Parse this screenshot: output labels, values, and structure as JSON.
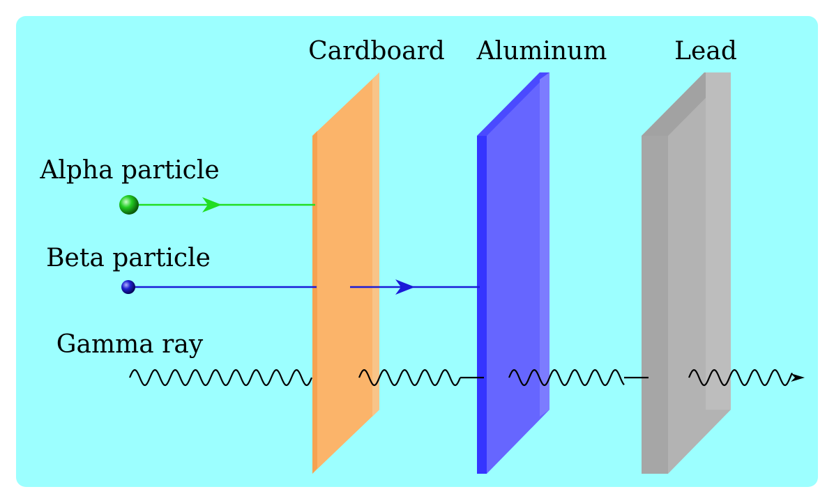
{
  "colors": {
    "background": "#9cffff",
    "cardboard": "#fbb46a",
    "aluminum": "#6666ff",
    "lead": "#b3b3b3",
    "alpha": "#22dd22",
    "beta": "#1a1ad8",
    "gamma": "#000000"
  },
  "barriers": {
    "cardboard": "Cardboard",
    "aluminum": "Aluminum",
    "lead": "Lead"
  },
  "radiation": {
    "alpha": "Alpha particle",
    "beta": "Beta particle",
    "gamma": "Gamma ray"
  }
}
